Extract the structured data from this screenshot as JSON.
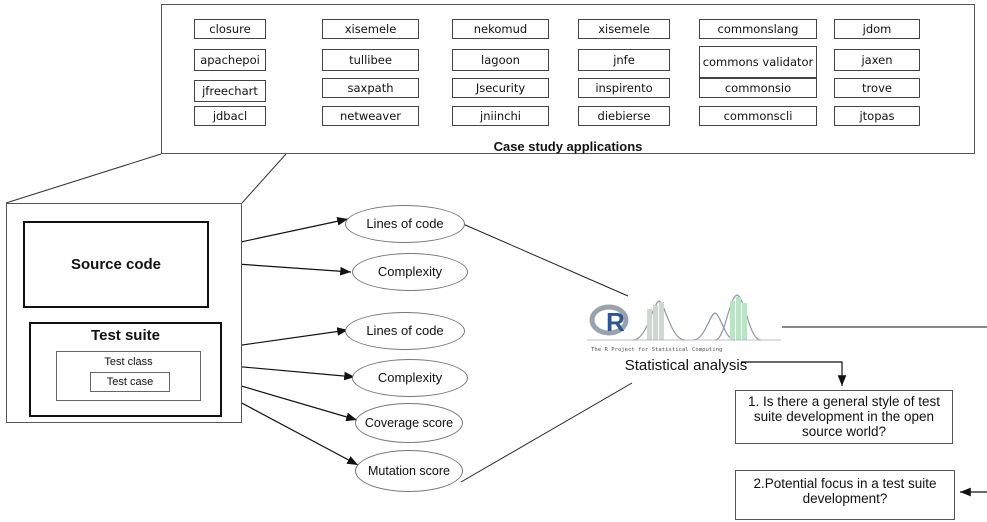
{
  "case_study": {
    "title": "Case study applications",
    "apps": [
      [
        "closure",
        "xisemele",
        "nekomud",
        "xisemele",
        "commonslang",
        "jdom"
      ],
      [
        "apachepoi",
        "tullibee",
        "lagoon",
        "jnfe",
        "commons validator",
        "jaxen"
      ],
      [
        "jfreechart",
        "saxpath",
        "Jsecurity",
        "inspirento",
        "commonsio",
        "trove"
      ],
      [
        "jdbacl",
        "netweaver",
        "jniinchi",
        "diebierse",
        "commonscli",
        "jtopas"
      ]
    ]
  },
  "sources": {
    "source_code": "Source code",
    "test_suite": "Test suite",
    "test_class": "Test class",
    "test_case": "Test case"
  },
  "metrics": {
    "src_loc": "Lines of code",
    "src_complexity": "Complexity",
    "ts_loc": "Lines of code",
    "ts_complexity": "Complexity",
    "ts_coverage": "Coverage score",
    "ts_mutation": "Mutation score"
  },
  "analysis": {
    "logo_letter": "R",
    "logo_caption": "The R Project for Statistical Computing",
    "label": "Statistical analysis"
  },
  "questions": {
    "q1": "1. Is there a general style of test suite development in the open source world?",
    "q2": "2.Potential focus in a test suite development?"
  }
}
